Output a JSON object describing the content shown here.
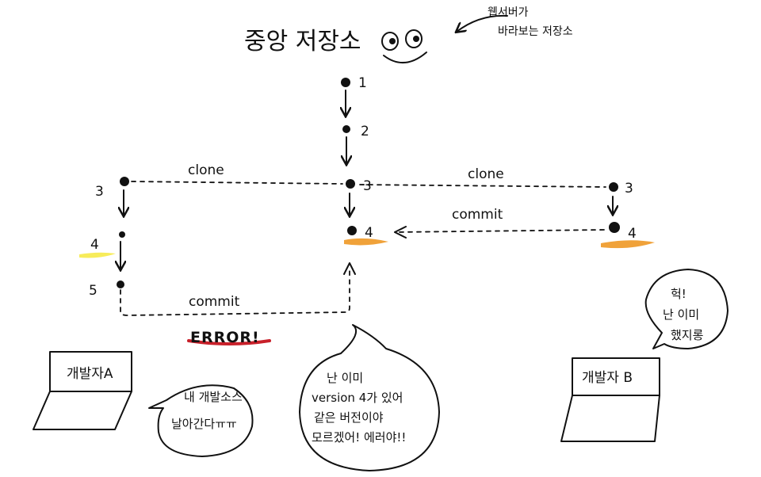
{
  "header": {
    "title": "중앙 저장소",
    "note_lines": [
      "웹서버가",
      "바라보는 저장소"
    ]
  },
  "central_nodes": [
    "1",
    "2",
    "3",
    "4"
  ],
  "dev_a": {
    "nodes": [
      "3",
      "4",
      "5"
    ],
    "laptop_label": "개발자A",
    "bubble_lines": [
      "내 개발소스",
      "날아간다ㅠㅠ"
    ]
  },
  "dev_b": {
    "nodes": [
      "3",
      "4"
    ],
    "laptop_label": "개발자 B",
    "bubble_lines": [
      "헉!",
      "난 이미",
      "했지롱"
    ]
  },
  "edges": {
    "clone_left": "clone",
    "clone_right": "clone",
    "commit_b": "commit",
    "commit_a": "commit"
  },
  "error_label": "ERROR!",
  "center_bubble_lines": [
    "난 이미",
    "version 4가 있어",
    "같은 버전이야",
    "모르겠어! 에러야!!"
  ],
  "colors": {
    "highlight_orange": "#f0a23a",
    "highlight_yellow": "#f7ec5a",
    "error_red": "#c8202a",
    "ink": "#111111"
  }
}
